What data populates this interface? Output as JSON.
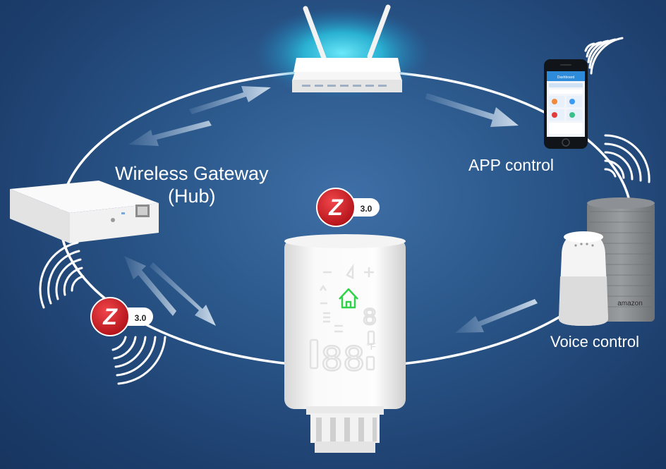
{
  "labels": {
    "hub_line1": "Wireless Gateway",
    "hub_line2": "(Hub)",
    "app": "APP control",
    "voice": "Voice control"
  },
  "badges": {
    "zigbee_letter": "Z",
    "zigbee_version": "3.0"
  },
  "phone_screen": {
    "header": "Dashboard"
  },
  "speaker": {
    "brand": "amazon"
  },
  "trv_display": {
    "digits": "88",
    "side_digit": "8",
    "unit": "°F"
  },
  "colors": {
    "background": "#2a5689",
    "ring": "#ffffff",
    "router_glow": "#35d6ee",
    "zigbee_red": "#d11f26",
    "home_icon": "#2fd24a"
  }
}
